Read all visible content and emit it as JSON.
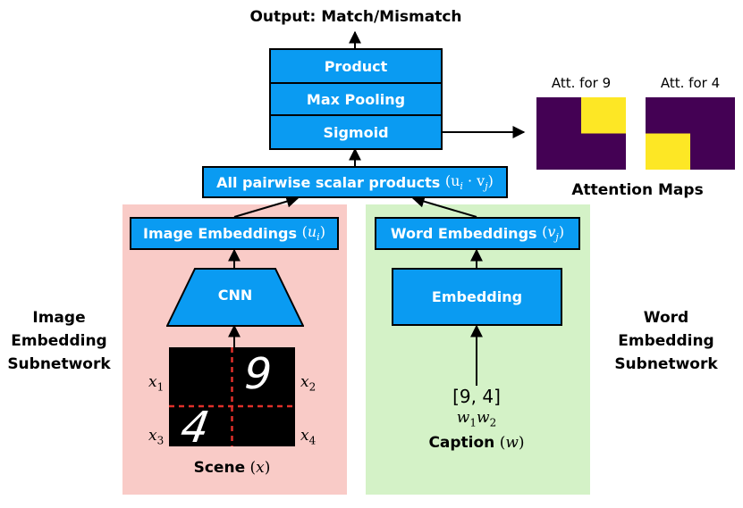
{
  "output_label": "Output: Match/Mismatch",
  "head": {
    "product": "Product",
    "max_pooling": "Max Pooling",
    "sigmoid": "Sigmoid"
  },
  "pairwise": {
    "label": "All pairwise scalar products",
    "formula": "(u",
    "formula_sub_i": "i",
    "formula_mid": " · v",
    "formula_sub_j": "j",
    "formula_end": ")"
  },
  "attention": {
    "title_9": "Att. for 9",
    "title_4": "Att. for 4",
    "caption": "Attention Maps",
    "colors": {
      "low": "#440154",
      "high": "#fde725"
    },
    "map_9": [
      [
        0,
        1
      ],
      [
        0,
        0
      ]
    ],
    "map_4": [
      [
        0,
        0
      ],
      [
        1,
        0
      ]
    ]
  },
  "image_branch": {
    "embeddings_label": "Image Embeddings",
    "embeddings_var": "u",
    "embeddings_sub": "i",
    "cnn_label": "CNN",
    "side_label_1": "Image",
    "side_label_2": "Embedding",
    "side_label_3": "Subnetwork",
    "scene_label": "Scene",
    "scene_var": "x",
    "quadrants": [
      {
        "var": "x",
        "sub": "1"
      },
      {
        "var": "x",
        "sub": "2"
      },
      {
        "var": "x",
        "sub": "3"
      },
      {
        "var": "x",
        "sub": "4"
      }
    ],
    "panel_color": "#f9cbc7"
  },
  "word_branch": {
    "embeddings_label": "Word Embeddings",
    "embeddings_var": "v",
    "embeddings_sub": "j",
    "embedding_label": "Embedding",
    "side_label_1": "Word",
    "side_label_2": "Embedding",
    "side_label_3": "Subnetwork",
    "caption_value": "[9, 4]",
    "caption_w1": "w",
    "caption_w1_sub": "1",
    "caption_w2": "w",
    "caption_w2_sub": "2",
    "caption_label": "Caption",
    "caption_var": "w",
    "panel_color": "#d4f2c7"
  },
  "digits": {
    "top_right": "9",
    "bottom_left": "4"
  },
  "colors": {
    "box_fill": "#0a9bf2"
  }
}
